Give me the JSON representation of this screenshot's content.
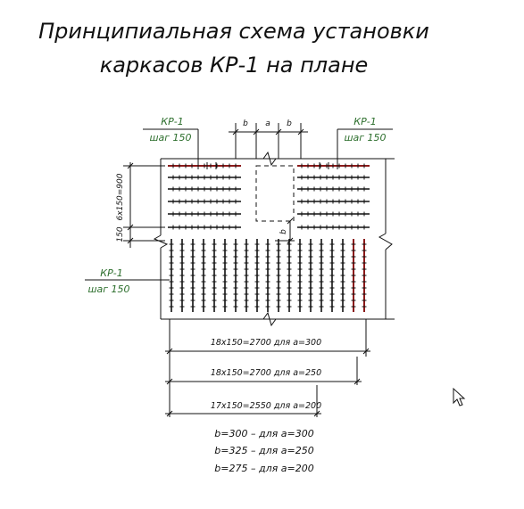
{
  "title": {
    "line1": "Принципиальная схема установки",
    "line2": "каркасов КР-1 на плане"
  },
  "callouts": {
    "left_top": {
      "mark": "КР-1",
      "step": "шаг 150"
    },
    "right_top": {
      "mark": "КР-1",
      "step": "шаг 150"
    },
    "left_mid": {
      "mark": "КР-1",
      "step": "шаг 150"
    }
  },
  "dims": {
    "b_left": "b",
    "a": "a",
    "b_right": "b",
    "b_vertical": "b",
    "vertical_span": "6x150=900",
    "vertical_150": "150",
    "row1": "18x150=2700 для a=300",
    "row2": "18x150=2700 для a=250",
    "row3": "17x150=2550 для a=200"
  },
  "notes": [
    "b=300 – для a=300",
    "b=325 – для a=250",
    "b=275 – для a=200"
  ],
  "colors": {
    "line": "#111111",
    "accent_red": "#8b1a1a",
    "label_green": "#2c6e2c"
  }
}
